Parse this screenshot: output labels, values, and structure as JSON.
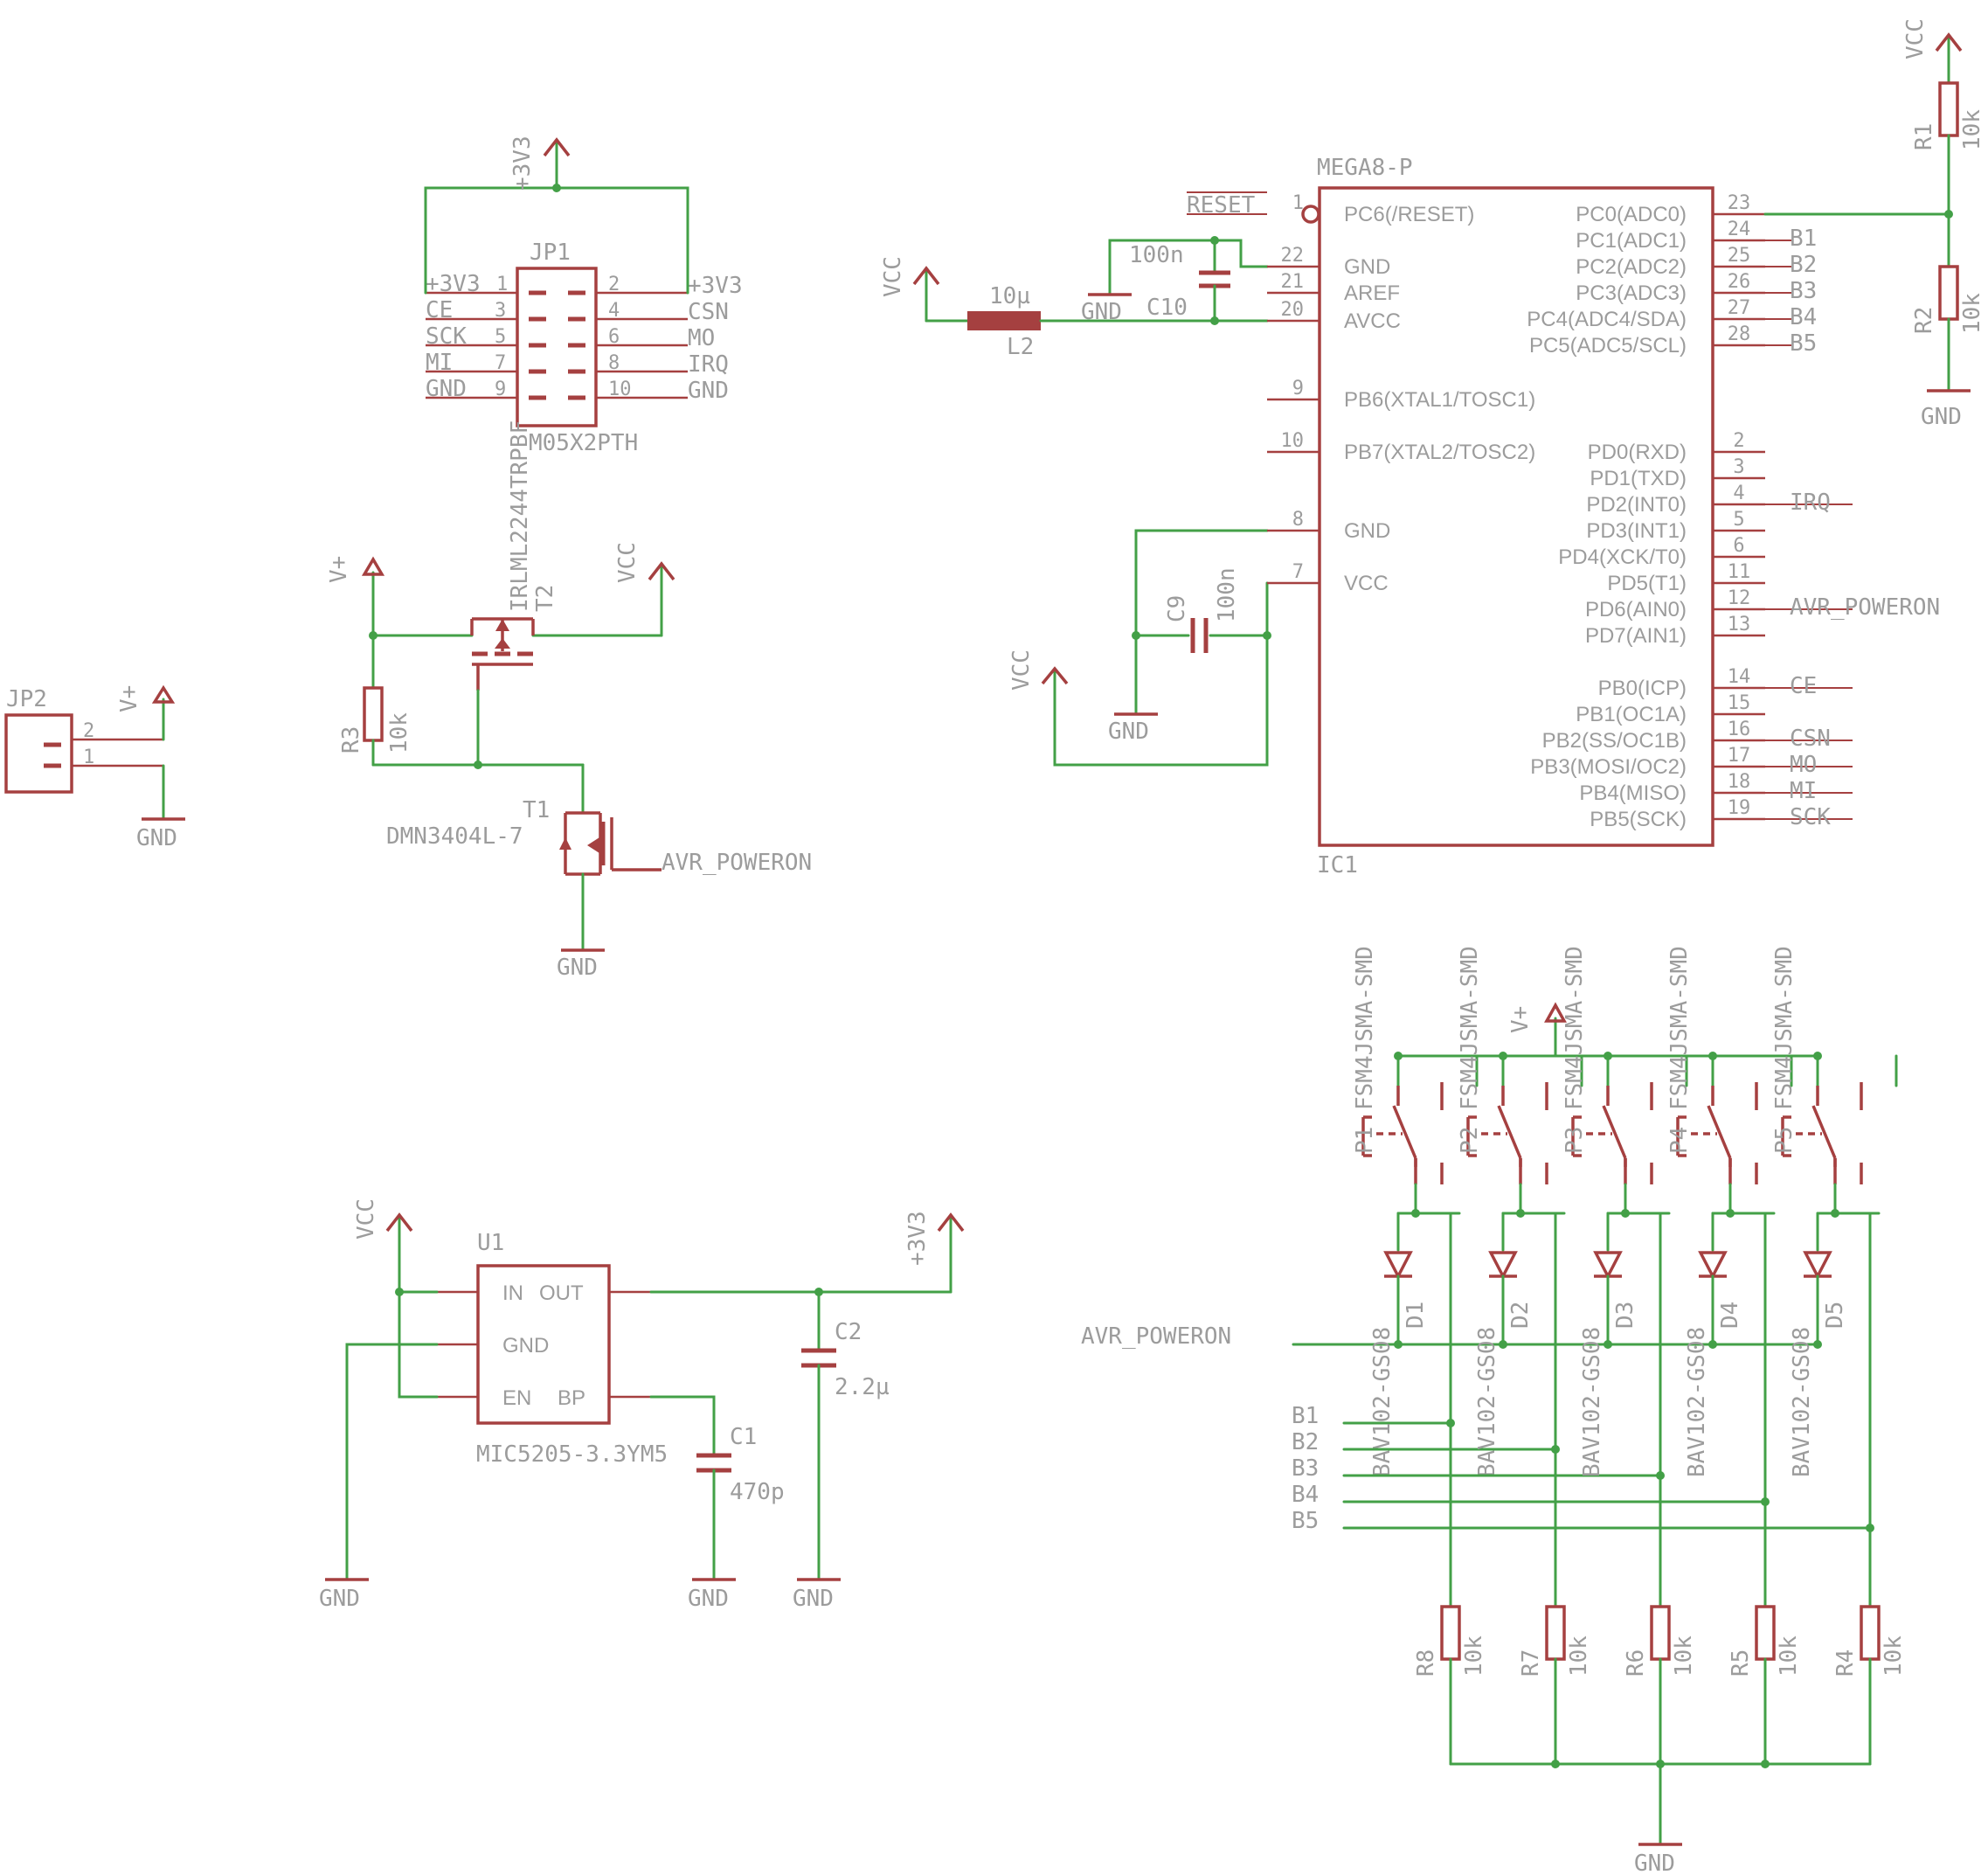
{
  "colors": {
    "wire": "#43a047",
    "part": "#a54040",
    "text": "#9c9c9c",
    "background": "#ffffff"
  },
  "power": {
    "vcc": "VCC",
    "p3v3": "+3V3",
    "vplus": "V+",
    "gnd": "GND"
  },
  "jp1": {
    "name": "JP1",
    "value": "M05X2PTH",
    "left": [
      {
        "net": "+3V3",
        "pin": "1"
      },
      {
        "net": "CE",
        "pin": "3"
      },
      {
        "net": "SCK",
        "pin": "5"
      },
      {
        "net": "MI",
        "pin": "7"
      },
      {
        "net": "GND",
        "pin": "9"
      }
    ],
    "right": [
      {
        "net": "+3V3",
        "pin": "2"
      },
      {
        "net": "CSN",
        "pin": "4"
      },
      {
        "net": "MO",
        "pin": "6"
      },
      {
        "net": "IRQ",
        "pin": "8"
      },
      {
        "net": "GND",
        "pin": "10"
      }
    ]
  },
  "jp2": {
    "name": "JP2",
    "pin1": "1",
    "pin2": "2"
  },
  "t2": {
    "name": "T2",
    "value": "IRLML2244TRPBF"
  },
  "t1": {
    "name": "T1",
    "value": "DMN3404L-7",
    "net": "AVR_POWERON"
  },
  "r3": {
    "name": "R3",
    "value": "10k"
  },
  "l2": {
    "name": "L2",
    "value": "10µ"
  },
  "c10": {
    "name": "C10",
    "value": "100n"
  },
  "c9": {
    "name": "C9",
    "value": "100n"
  },
  "r1": {
    "name": "R1",
    "value": "10k"
  },
  "r2": {
    "name": "R2",
    "value": "10k"
  },
  "ic1": {
    "name": "IC1",
    "value": "MEGA8-P",
    "reset_net": "RESET",
    "left": [
      {
        "label": "PC6(/RESET)",
        "pin": "1"
      },
      {
        "label": "GND",
        "pin": "22"
      },
      {
        "label": "AREF",
        "pin": "21"
      },
      {
        "label": "AVCC",
        "pin": "20"
      },
      {
        "label": "PB6(XTAL1/TOSC1)",
        "pin": "9"
      },
      {
        "label": "PB7(XTAL2/TOSC2)",
        "pin": "10"
      },
      {
        "label": "GND",
        "pin": "8"
      },
      {
        "label": "VCC",
        "pin": "7"
      }
    ],
    "right": [
      {
        "label": "PC0(ADC0)",
        "pin": "23",
        "net": ""
      },
      {
        "label": "PC1(ADC1)",
        "pin": "24",
        "net": "B1"
      },
      {
        "label": "PC2(ADC2)",
        "pin": "25",
        "net": "B2"
      },
      {
        "label": "PC3(ADC3)",
        "pin": "26",
        "net": "B3"
      },
      {
        "label": "PC4(ADC4/SDA)",
        "pin": "27",
        "net": "B4"
      },
      {
        "label": "PC5(ADC5/SCL)",
        "pin": "28",
        "net": "B5"
      },
      {
        "label": "PD0(RXD)",
        "pin": "2",
        "net": ""
      },
      {
        "label": "PD1(TXD)",
        "pin": "3",
        "net": ""
      },
      {
        "label": "PD2(INT0)",
        "pin": "4",
        "net": "IRQ"
      },
      {
        "label": "PD3(INT1)",
        "pin": "5",
        "net": ""
      },
      {
        "label": "PD4(XCK/T0)",
        "pin": "6",
        "net": ""
      },
      {
        "label": "PD5(T1)",
        "pin": "11",
        "net": ""
      },
      {
        "label": "PD6(AIN0)",
        "pin": "12",
        "net": "AVR_POWERON"
      },
      {
        "label": "PD7(AIN1)",
        "pin": "13",
        "net": ""
      },
      {
        "label": "PB0(ICP)",
        "pin": "14",
        "net": "CE"
      },
      {
        "label": "PB1(OC1A)",
        "pin": "15",
        "net": ""
      },
      {
        "label": "PB2(SS/OC1B)",
        "pin": "16",
        "net": "CSN"
      },
      {
        "label": "PB3(MOSI/OC2)",
        "pin": "17",
        "net": "MO"
      },
      {
        "label": "PB4(MISO)",
        "pin": "18",
        "net": "MI"
      },
      {
        "label": "PB5(SCK)",
        "pin": "19",
        "net": "SCK"
      }
    ]
  },
  "u1": {
    "name": "U1",
    "value": "MIC5205-3.3YM5",
    "in": "IN",
    "out": "OUT",
    "gnd": "GND",
    "en": "EN",
    "bp": "BP"
  },
  "c1": {
    "name": "C1",
    "value": "470p"
  },
  "c2": {
    "name": "C2",
    "value": "2.2µ"
  },
  "buttons": [
    {
      "name": "P1",
      "value": "FSM4JSMA-SMD"
    },
    {
      "name": "P2",
      "value": "FSM4JSMA-SMD"
    },
    {
      "name": "P3",
      "value": "FSM4JSMA-SMD"
    },
    {
      "name": "P4",
      "value": "FSM4JSMA-SMD"
    },
    {
      "name": "P5",
      "value": "FSM4JSMA-SMD"
    }
  ],
  "diodes": [
    {
      "name": "D1",
      "value": "BAV102-GS08"
    },
    {
      "name": "D2",
      "value": "BAV102-GS08"
    },
    {
      "name": "D3",
      "value": "BAV102-GS08"
    },
    {
      "name": "D4",
      "value": "BAV102-GS08"
    },
    {
      "name": "D5",
      "value": "BAV102-GS08"
    }
  ],
  "pulldowns": [
    {
      "name": "R8",
      "value": "10k"
    },
    {
      "name": "R7",
      "value": "10k"
    },
    {
      "name": "R6",
      "value": "10k"
    },
    {
      "name": "R5",
      "value": "10k"
    },
    {
      "name": "R4",
      "value": "10k"
    }
  ],
  "bus_labels": [
    "B1",
    "B2",
    "B3",
    "B4",
    "B5"
  ],
  "avr_poweron": "AVR_POWERON"
}
